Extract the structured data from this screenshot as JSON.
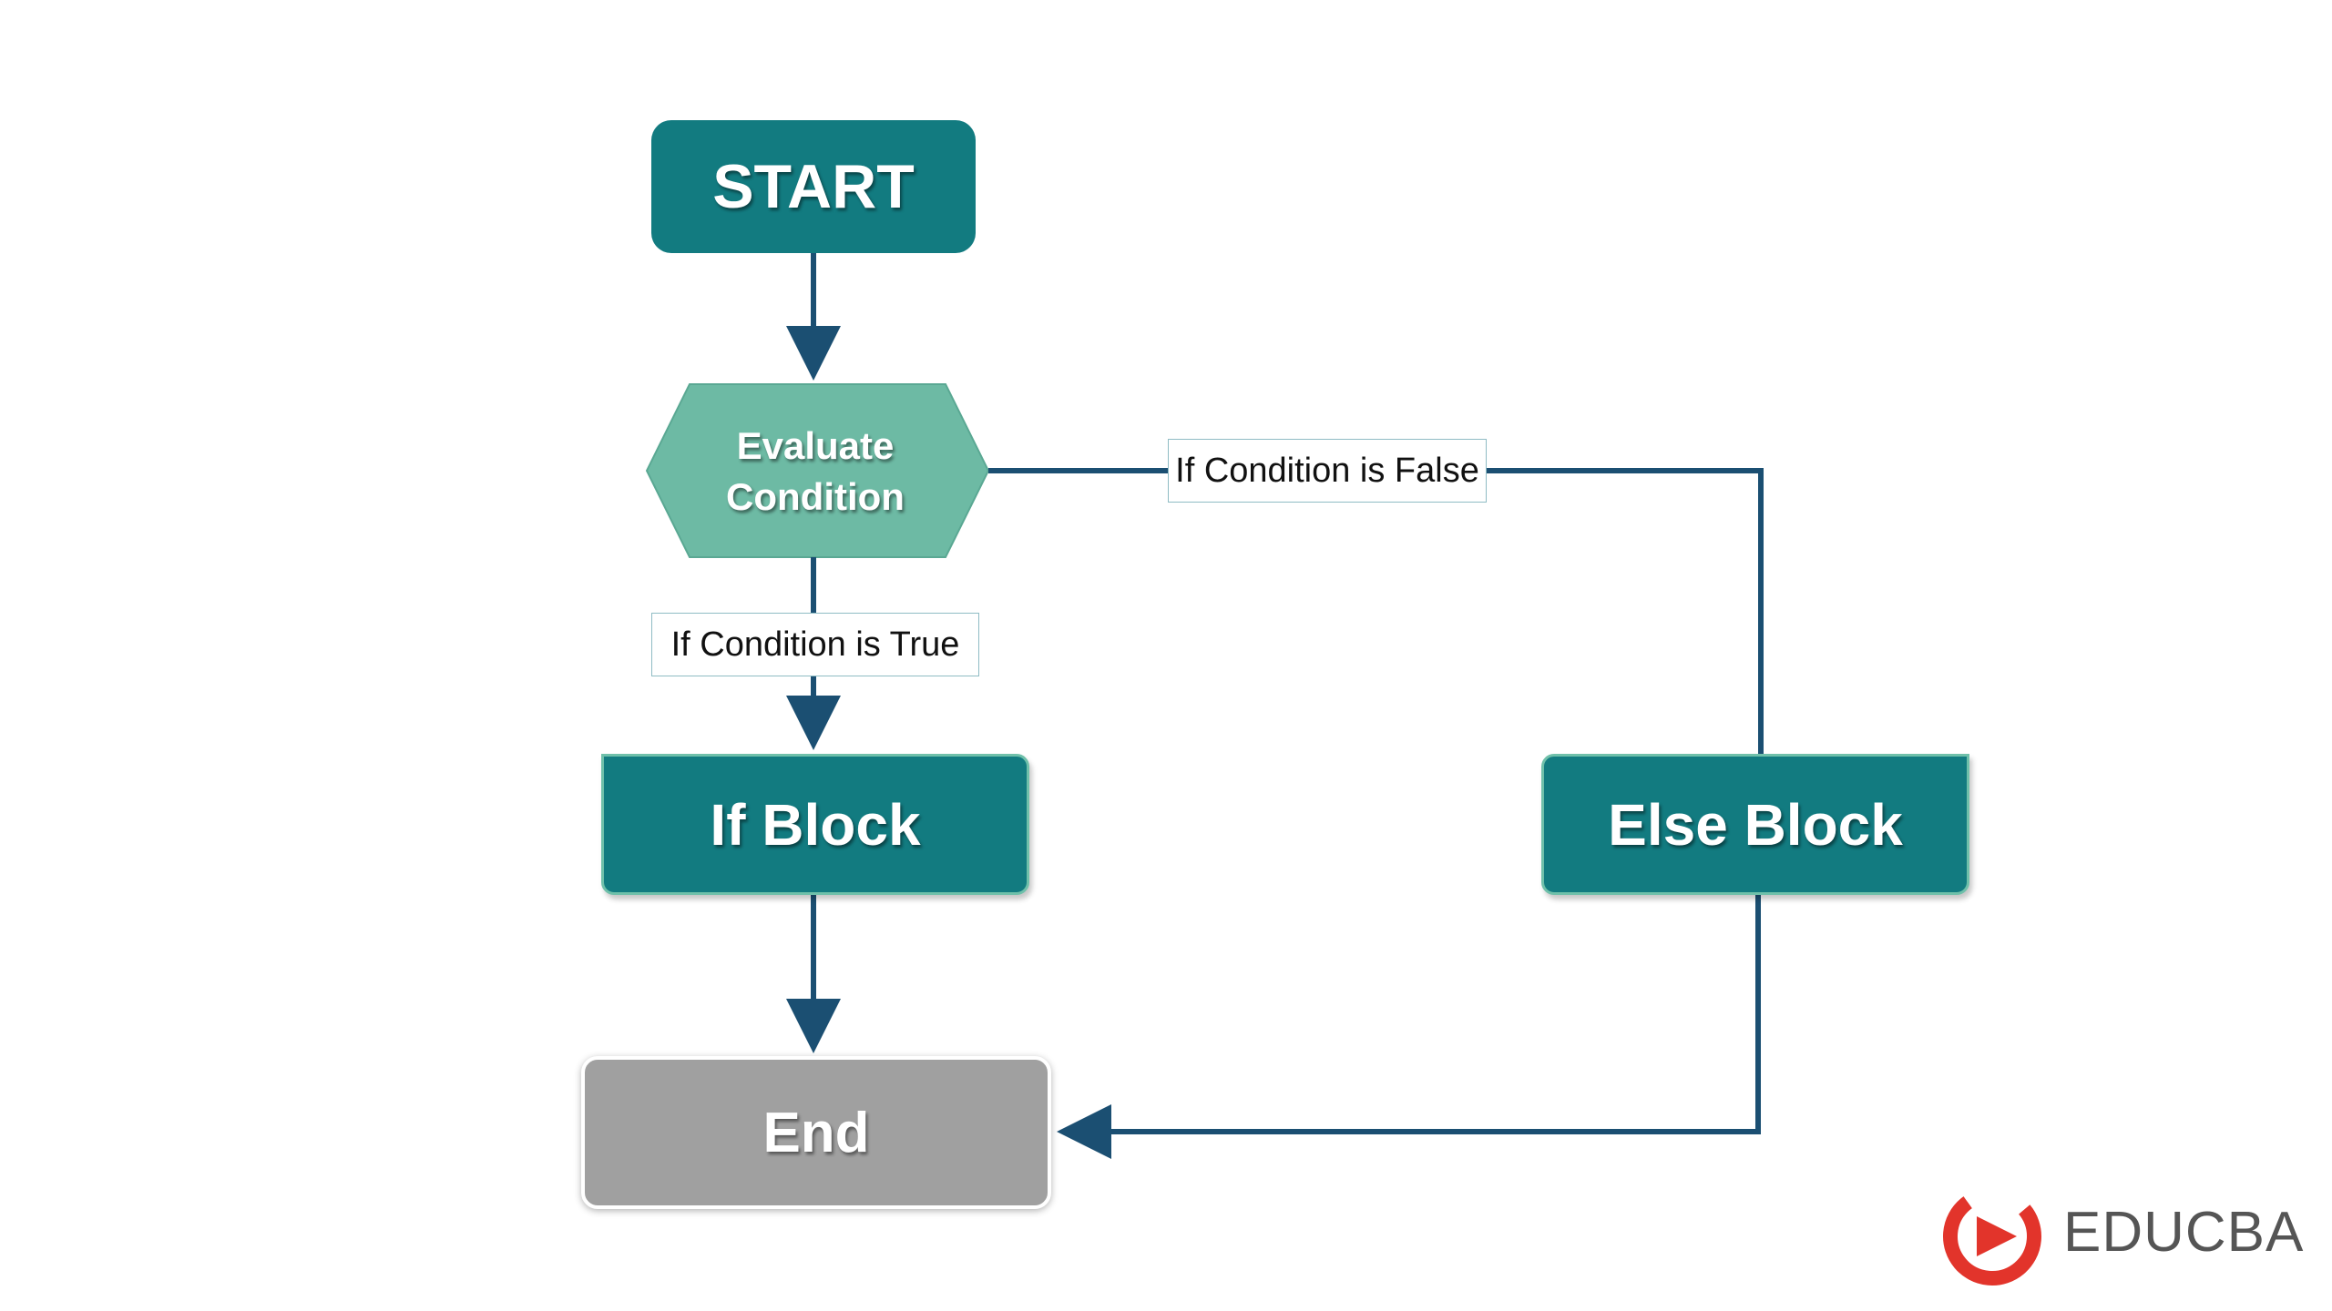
{
  "diagram": {
    "nodes": {
      "start": "START",
      "decision": "Evaluate\nCondition",
      "if_block": "If Block",
      "else_block": "Else Block",
      "end": "End"
    },
    "edge_labels": {
      "true": "If Condition is True",
      "false": "If Condition is False"
    },
    "colors": {
      "primary_node": "#127b80",
      "decision_node": "#6dbaa4",
      "end_node": "#a0a0a0",
      "connector": "#1b4f72"
    }
  },
  "logo": {
    "text": "EDUCBA",
    "icon": "educba-logo-icon"
  }
}
